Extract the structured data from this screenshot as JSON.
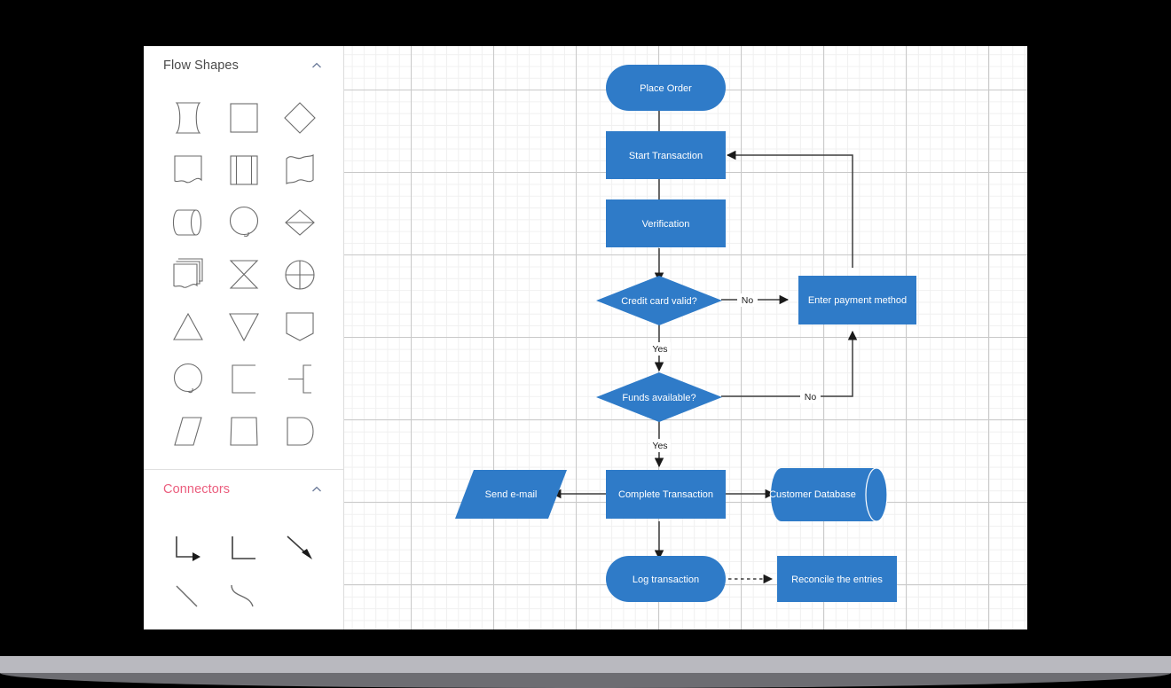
{
  "app": {
    "accent_blue": "#2f7bc8",
    "accent_pink": "#eb5e7e",
    "canvas_bg": "#ffffff"
  },
  "sidebar": {
    "sections": [
      {
        "title": "Flow Shapes",
        "collapse_icon": "chevron-up-icon",
        "shapes": [
          {
            "name": "shape-rounded-rect-flex",
            "icon": "flex-rectangle-icon"
          },
          {
            "name": "shape-rectangle",
            "icon": "rectangle-icon"
          },
          {
            "name": "shape-diamond",
            "icon": "diamond-icon"
          },
          {
            "name": "shape-document",
            "icon": "document-icon"
          },
          {
            "name": "shape-predefined-process",
            "icon": "predefined-process-icon"
          },
          {
            "name": "shape-wave",
            "icon": "wave-icon"
          },
          {
            "name": "shape-cylinder",
            "icon": "cylinder-icon"
          },
          {
            "name": "shape-circle",
            "icon": "circle-icon"
          },
          {
            "name": "shape-split-diamond",
            "icon": "split-diamond-icon"
          },
          {
            "name": "shape-multi-document",
            "icon": "multi-document-icon"
          },
          {
            "name": "shape-hourglass",
            "icon": "hourglass-icon"
          },
          {
            "name": "shape-crossed-circle",
            "icon": "crossed-circle-icon"
          },
          {
            "name": "shape-triangle-up",
            "icon": "triangle-up-icon"
          },
          {
            "name": "shape-triangle-down",
            "icon": "triangle-down-icon"
          },
          {
            "name": "shape-pentagon-tag",
            "icon": "pentagon-tag-icon"
          },
          {
            "name": "shape-delay",
            "icon": "delay-icon"
          },
          {
            "name": "shape-bracket-left",
            "icon": "bracket-left-icon"
          },
          {
            "name": "shape-bracket-right",
            "icon": "bracket-right-icon"
          },
          {
            "name": "shape-parallelogram",
            "icon": "parallelogram-icon"
          },
          {
            "name": "shape-square",
            "icon": "square-icon"
          },
          {
            "name": "shape-d-shape",
            "icon": "d-shape-icon"
          }
        ]
      },
      {
        "title": "Connectors",
        "collapse_icon": "chevron-up-icon",
        "connectors": [
          {
            "name": "connector-elbow-arrow",
            "icon": "elbow-arrow-icon"
          },
          {
            "name": "connector-elbow-plain",
            "icon": "elbow-line-icon"
          },
          {
            "name": "connector-straight-arrow",
            "icon": "diagonal-arrow-icon"
          },
          {
            "name": "connector-straight-line",
            "icon": "diagonal-line-icon"
          },
          {
            "name": "connector-curved-line",
            "icon": "curved-line-icon"
          }
        ]
      }
    ]
  },
  "diagram": {
    "nodes": [
      {
        "id": "place-order",
        "label": "Place Order",
        "shape": "terminator"
      },
      {
        "id": "start-transaction",
        "label": "Start Transaction",
        "shape": "process"
      },
      {
        "id": "verification",
        "label": "Verification",
        "shape": "process"
      },
      {
        "id": "credit-card-valid",
        "label": "Credit card valid?",
        "shape": "decision"
      },
      {
        "id": "funds-available",
        "label": "Funds available?",
        "shape": "decision"
      },
      {
        "id": "enter-payment",
        "label": "Enter payment method",
        "shape": "process"
      },
      {
        "id": "complete-transaction",
        "label": "Complete Transaction",
        "shape": "process"
      },
      {
        "id": "send-email",
        "label": "Send e-mail",
        "shape": "parallelogram"
      },
      {
        "id": "customer-database",
        "label": "Customer Database",
        "shape": "cylinder"
      },
      {
        "id": "log-transaction",
        "label": "Log transaction",
        "shape": "terminator"
      },
      {
        "id": "reconcile-entries",
        "label": "Reconcile the entries",
        "shape": "process"
      }
    ],
    "edge_labels": {
      "credit_no": "No",
      "credit_yes": "Yes",
      "funds_no": "No",
      "funds_yes": "Yes"
    }
  }
}
